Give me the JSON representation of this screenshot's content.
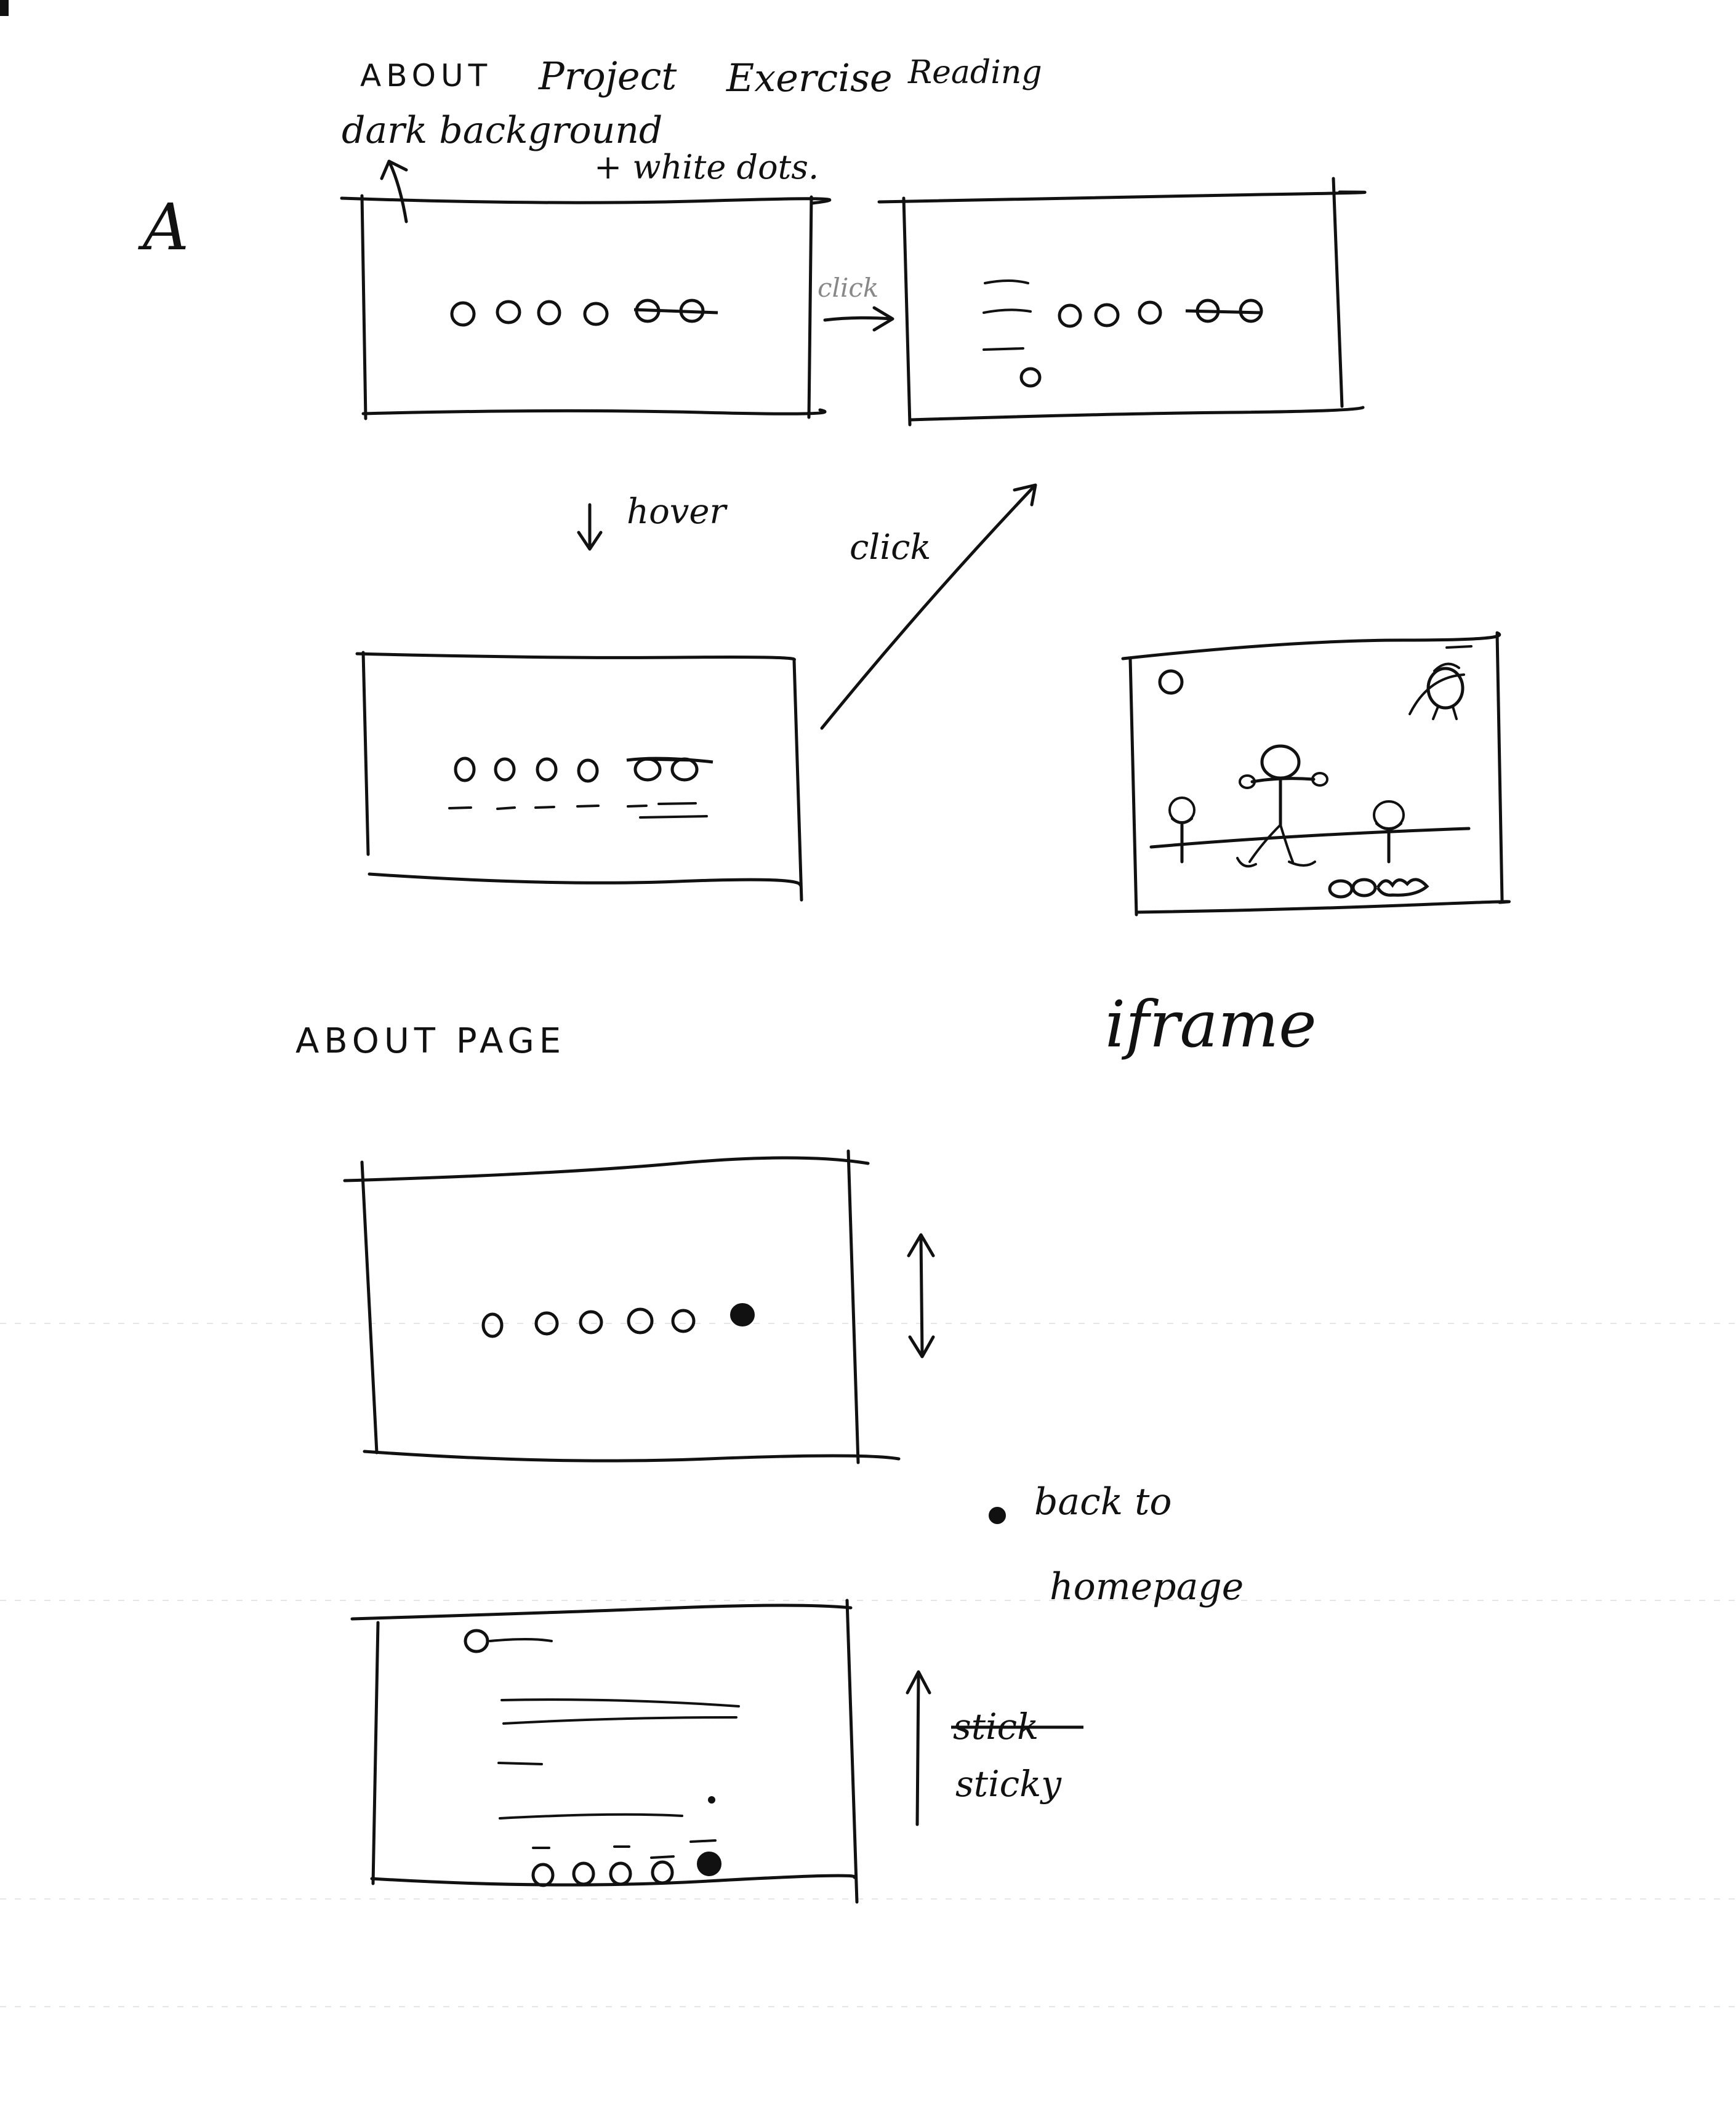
{
  "sketch": {
    "sheet_label": "A",
    "nav_labels": [
      "ABOUT",
      "Project",
      "Exercise",
      "Reading"
    ],
    "annotation_line1": "dark background",
    "annotation_line2": "+ white dots.",
    "arrow_click_top": "click",
    "arrow_hover": "hover",
    "arrow_click_diagonal": "click",
    "caption_about": "ABOUT PAGE",
    "caption_iframe": "iframe",
    "note_back_line1": "back to",
    "note_back_line2": "homepage",
    "note_struck": "stick",
    "note_sticky": "sticky"
  },
  "colors": {
    "ink": "#111111",
    "paper": "#ffffff"
  }
}
